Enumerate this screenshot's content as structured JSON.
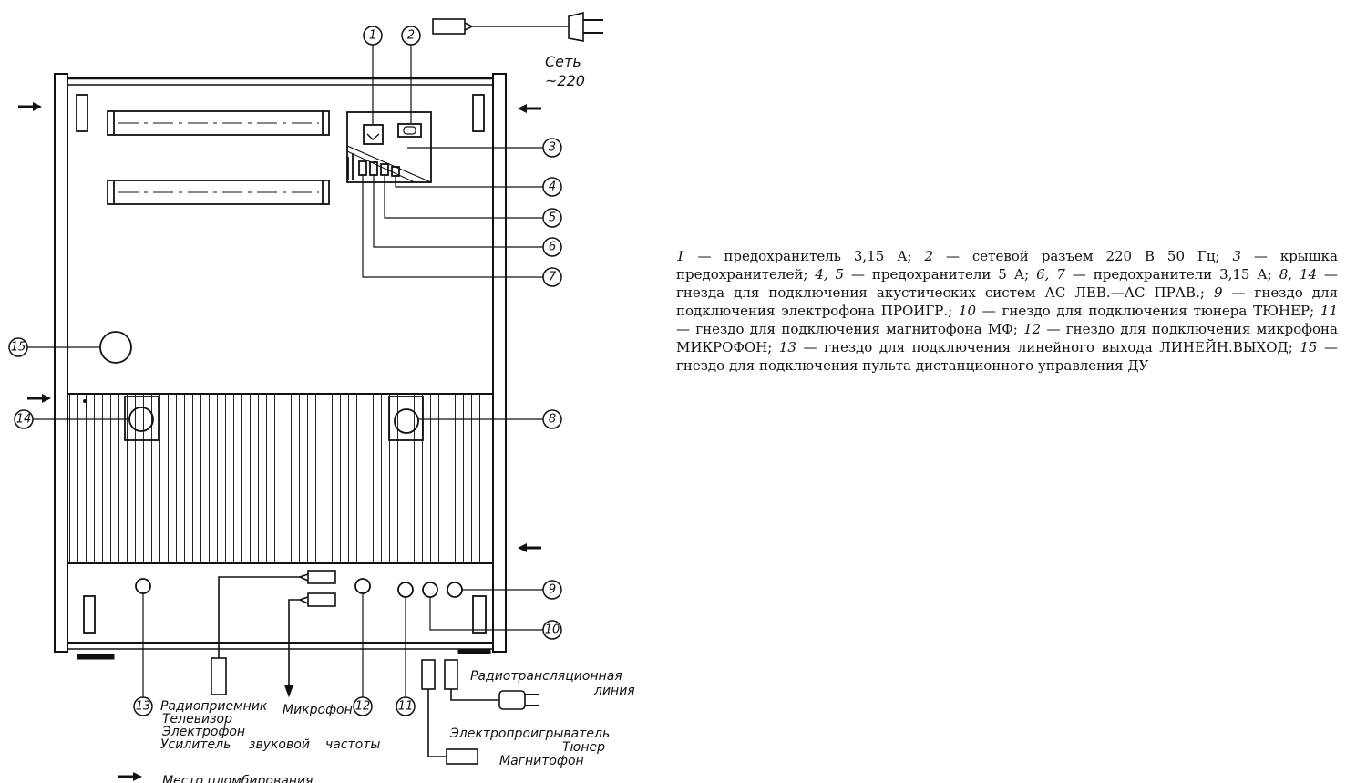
{
  "labels": {
    "mains": "Сеть",
    "mains_voltage": "~220",
    "radio": "Радиоприемник",
    "tv": "Телевизор",
    "phono": "Электрофон",
    "amp_word1": "Усилитель",
    "amp_word2": "звуковой",
    "amp_word3": "частоты",
    "mic": "Микрофон",
    "broadcast_line1": "Радиотрансляционная",
    "broadcast_line2": "линия",
    "record_player": "Электропроигрыватель",
    "tuner": "Тюнер",
    "tape": "Магнитофон",
    "seal_legend": "Место   пломбирования"
  },
  "callouts": [
    "1",
    "2",
    "3",
    "4",
    "5",
    "6",
    "7",
    "8",
    "9",
    "10",
    "11",
    "12",
    "13",
    "14",
    "15"
  ],
  "caption": [
    {
      "n": "1",
      "t": " — предохранитель 3,15 А; "
    },
    {
      "n": "2",
      "t": " — сетевой разъем 220 В 50 Гц; "
    },
    {
      "n": "3",
      "t": " — крышка предохранителей; "
    },
    {
      "n": "4, 5",
      "t": " — предохранители 5 А; "
    },
    {
      "n": "6, 7",
      "t": " — предохранители 3,15 А; "
    },
    {
      "n": "8, 14",
      "t": " — гнезда для подключения акустических систем АС ЛЕВ.—АС ПРАВ.; "
    },
    {
      "n": "9",
      "t": " — гнездо для подключения электрофона ПРОИГР.; "
    },
    {
      "n": "10",
      "t": " — гнездо для подключения тюнера ТЮНЕР; "
    },
    {
      "n": "11",
      "t": " — гнездо для подключения магнитофона МФ; "
    },
    {
      "n": "12",
      "t": " — гнездо для подключения микрофона МИКРОФОН; "
    },
    {
      "n": "13",
      "t": " — гнездо для подключения линейного выхода ЛИНЕЙН.ВЫХОД; "
    },
    {
      "n": "15",
      "t": " — гнездо для подключения пульта дистанционного управления ДУ"
    }
  ]
}
